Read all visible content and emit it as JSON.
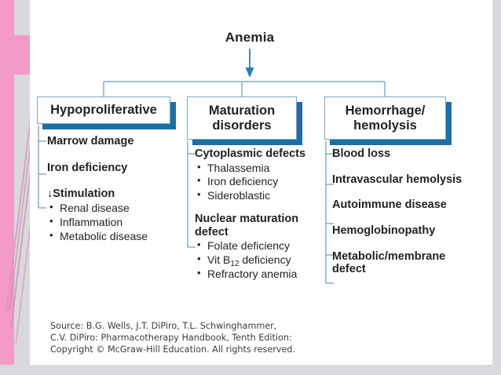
{
  "slide": {
    "root": {
      "label": "Anemia"
    },
    "columns": [
      {
        "header": "Hypoproliferative",
        "items": [
          {
            "label": "Marrow damage",
            "subs": []
          },
          {
            "label": "Iron deficiency",
            "subs": []
          },
          {
            "label": "↓Stimulation",
            "subs": [
              "Renal disease",
              "Inflammation",
              "Metabolic disease"
            ]
          }
        ]
      },
      {
        "header": "Maturation disorders",
        "items": [
          {
            "label": "Cytoplasmic defects",
            "subs": [
              "Thalassemia",
              "Iron deficiency",
              "Sideroblastic"
            ]
          },
          {
            "label": "Nuclear maturation defect",
            "subs": [
              "Folate deficiency",
              "Vit B12 deficiency",
              "Refractory anemia"
            ]
          }
        ]
      },
      {
        "header": "Hemorrhage/ hemolysis",
        "items": [
          {
            "label": "Blood loss",
            "subs": []
          },
          {
            "label": "Intravascular hemolysis",
            "subs": []
          },
          {
            "label": "Autoimmune disease",
            "subs": []
          },
          {
            "label": "Hemoglobinopathy",
            "subs": []
          },
          {
            "label": "Metabolic/membrane defect",
            "subs": []
          }
        ]
      }
    ],
    "source": {
      "line1": "Source: B.G. Wells, J.T. DiPiro, T.L. Schwinghammer,",
      "line2": "C.V. DiPiro: Pharmacotherapy Handbook, Tenth Edition:",
      "line3": "Copyright © McGraw-Hill Education. All rights reserved."
    },
    "colors": {
      "connector_blue": "#7fa8c4",
      "shadow_blue": "#1c6ea4",
      "arrow_blue": "#2b7fb8",
      "text_dark": "#231f20",
      "deco_pink": "#f49ac9",
      "deco_gray": "#d7d9dd"
    }
  }
}
